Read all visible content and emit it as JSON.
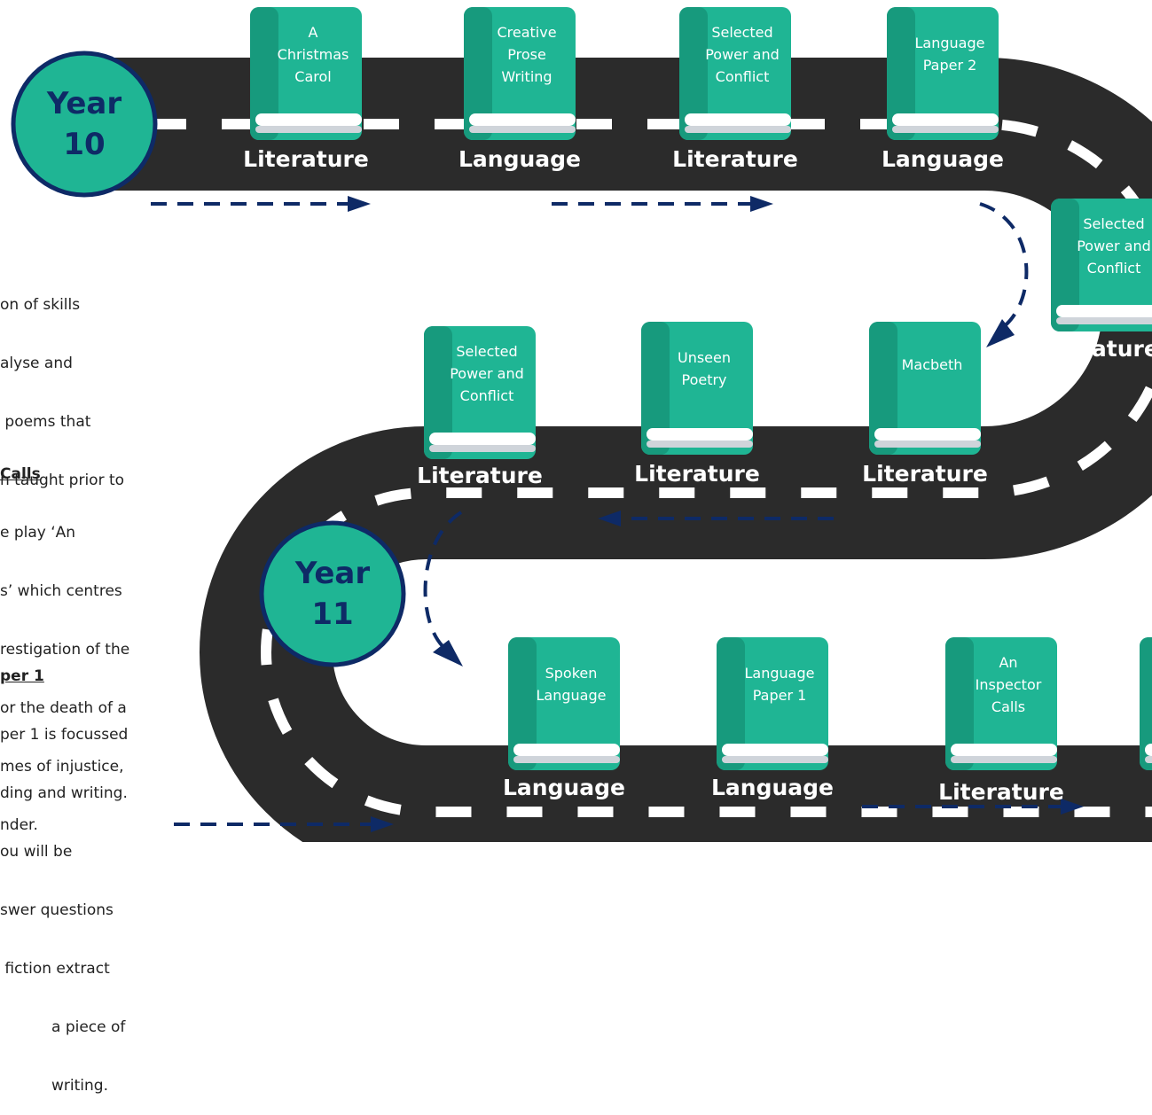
{
  "years": [
    {
      "line1": "Year",
      "line2": "10"
    },
    {
      "line1": "Year",
      "line2": "11"
    }
  ],
  "books": [
    {
      "title_lines": [
        "A",
        "Christmas",
        "Carol"
      ],
      "subject": "Literature"
    },
    {
      "title_lines": [
        "Creative",
        "Prose",
        "Writing"
      ],
      "subject": "Language"
    },
    {
      "title_lines": [
        "Selected",
        "Power and",
        "Conflict"
      ],
      "subject": "Literature"
    },
    {
      "title_lines": [
        "Language",
        "Paper 2"
      ],
      "subject": "Language"
    },
    {
      "title_lines": [
        "Selected",
        "Power and",
        "Conflict"
      ],
      "subject": "Literature"
    },
    {
      "title_lines": [
        "Macbeth"
      ],
      "subject": "Literature"
    },
    {
      "title_lines": [
        "Unseen",
        "Poetry"
      ],
      "subject": "Literature"
    },
    {
      "title_lines": [
        "Selected",
        "Power and",
        "Conflict"
      ],
      "subject": "Literature"
    },
    {
      "title_lines": [
        "Spoken",
        "Language"
      ],
      "subject": "Language"
    },
    {
      "title_lines": [
        "Language",
        "Paper 1"
      ],
      "subject": "Language"
    },
    {
      "title_lines": [
        "An",
        "Inspector",
        "Calls"
      ],
      "subject": "Literature"
    },
    {
      "title_lines": [],
      "subject": ""
    }
  ],
  "side_text": {
    "block1": [
      "on of skills",
      "alyse and",
      " poems that",
      "n taught prior to"
    ],
    "block2_heading": "Calls",
    "block2": [
      "e play ‘An",
      "s’ which centres",
      "restigation of the",
      "or the death of a",
      "mes of injustice,",
      "nder."
    ],
    "block3_heading": "per 1",
    "block3": [
      "per 1 is focussed",
      "ding and writing.",
      "ou will be",
      "swer questions",
      " fiction extract",
      "a piece of",
      "writing."
    ]
  },
  "colors": {
    "road": "#2b2b2b",
    "dash": "#ffffff",
    "book_cover": "#1fb594",
    "book_spine": "#179a7d",
    "pages": "#cfd4da",
    "year_circle": "#1fb594",
    "year_ring": "#0e2a66",
    "arrow": "#0e2a66",
    "label": "#ffffff"
  }
}
